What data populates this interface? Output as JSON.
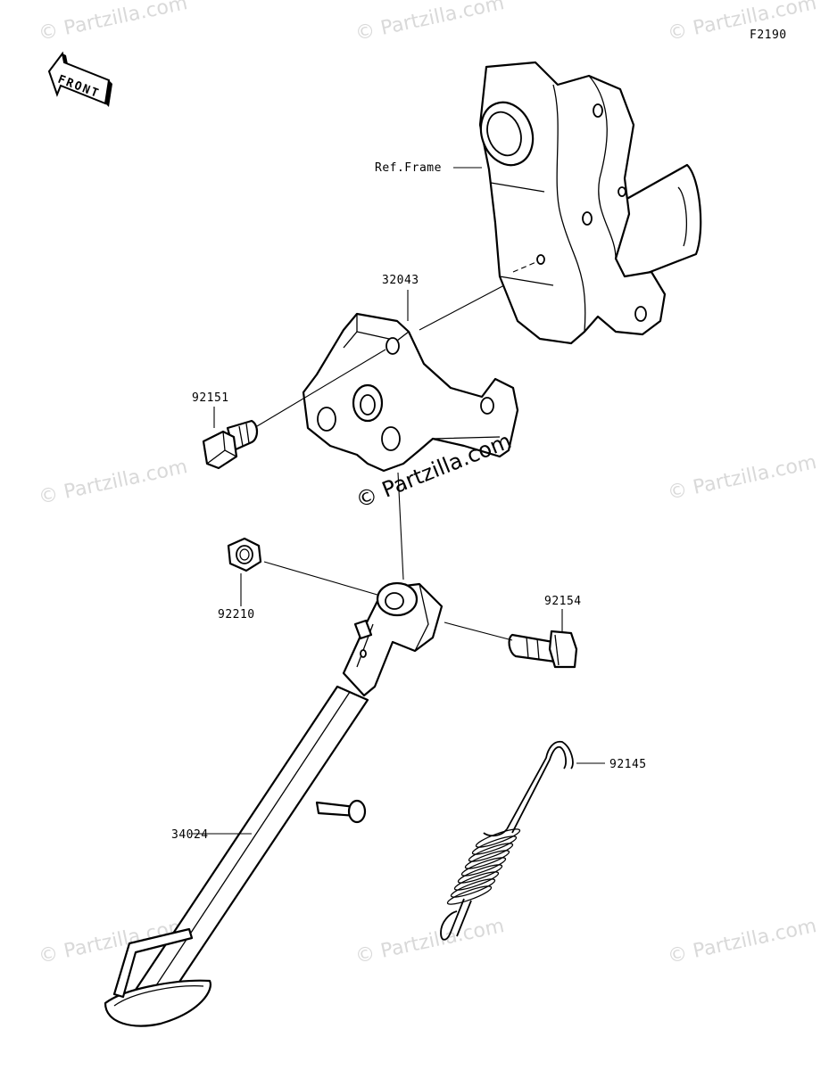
{
  "figure_code": "F2190",
  "front_arrow_label": "FRONT",
  "reference": {
    "frame": "Ref.Frame"
  },
  "parts": [
    {
      "number": "32043"
    },
    {
      "number": "92151"
    },
    {
      "number": "92210"
    },
    {
      "number": "92154"
    },
    {
      "number": "92145"
    },
    {
      "number": "34024"
    }
  ],
  "watermarks": {
    "main": "© Partzilla.com",
    "tile": "© Partzilla.com"
  }
}
